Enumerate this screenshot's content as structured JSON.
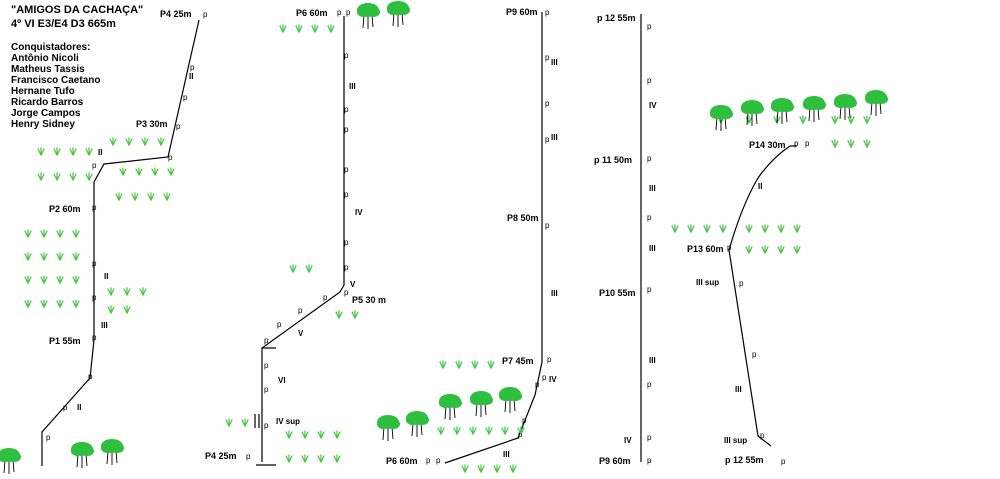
{
  "header": {
    "title": "\"AMIGOS DA CACHAÇA\"",
    "grade": "4º VI E3/E4 D3 665m",
    "team_heading": "Conquistadores:",
    "team": [
      "Antônio Nicoli",
      "Matheus Tassis",
      "Francisco Caetano",
      "Hernane Tufo",
      "Ricardo Barros",
      "Jorge Campos",
      "Henry Sidney"
    ]
  },
  "bolt_symbol": "p",
  "pitches": {
    "p1": "P1 55m",
    "p2": "P2 60m",
    "p3": "P3 30m",
    "p4a": "P4 25m",
    "p4b": "P4 25m",
    "p5": "P5 30 m",
    "p6a": "P6 60m",
    "p6b": "P6 60m",
    "p7": "P7 45m",
    "p8": "P8 50m",
    "p9a": "P9 60m",
    "p9b": "P9 60m",
    "p10": "P10 55m",
    "p11": "p 11 50m",
    "p12a": "p 12 55m",
    "p12b": "p 12 55m",
    "p13": "P13 60m",
    "p14": "P14 30m"
  },
  "grades": {
    "II": "II",
    "III": "III",
    "IV": "IV",
    "V": "V",
    "VI": "VI",
    "IV_sup": "IV sup",
    "III_sup": "III sup"
  },
  "colors": {
    "line": "#000000",
    "vegetation": "#3cc83c",
    "tree": "#2fbf3f"
  }
}
